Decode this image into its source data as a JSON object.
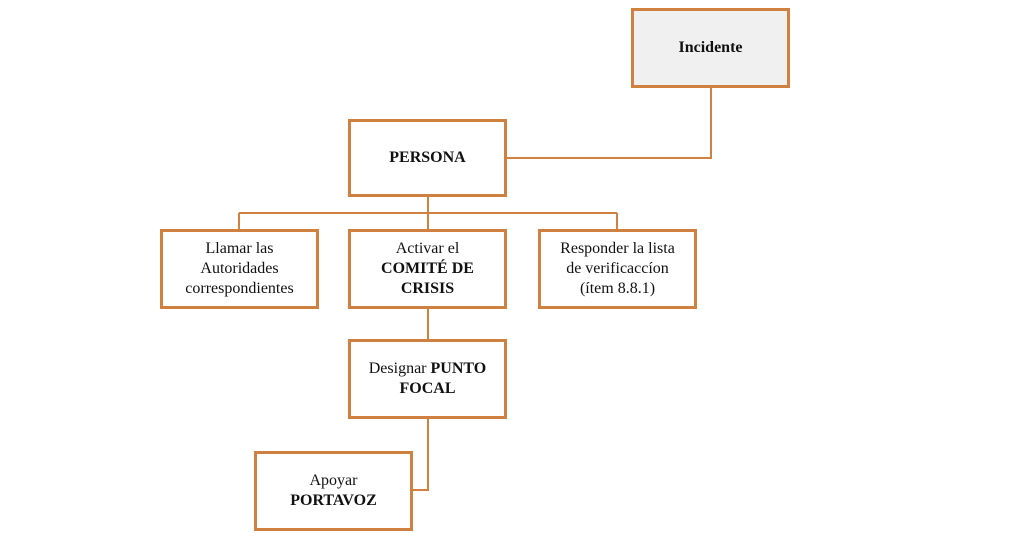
{
  "colors": {
    "border": "#d0803f",
    "connector": "#d0803f",
    "incident_fill": "#f0f0f0"
  },
  "nodes": {
    "incidente": {
      "text": "Incidente"
    },
    "persona": {
      "text": "PERSONA"
    },
    "llamar": {
      "line1": "Llamar las",
      "line2": "Autoridades",
      "line3": "correspondientes"
    },
    "activar": {
      "line1": "Activar el",
      "line2": "COMITÉ DE",
      "line3": "CRISIS"
    },
    "responder": {
      "line1": "Responder la lista",
      "line2": "de verificaccíon",
      "line3": "(ítem 8.8.1)"
    },
    "designar": {
      "normal": "Designar ",
      "bold1": "PUNTO",
      "bold2": "FOCAL"
    },
    "apoyar": {
      "line1": "Apoyar",
      "line2": "PORTAVOZ"
    }
  }
}
